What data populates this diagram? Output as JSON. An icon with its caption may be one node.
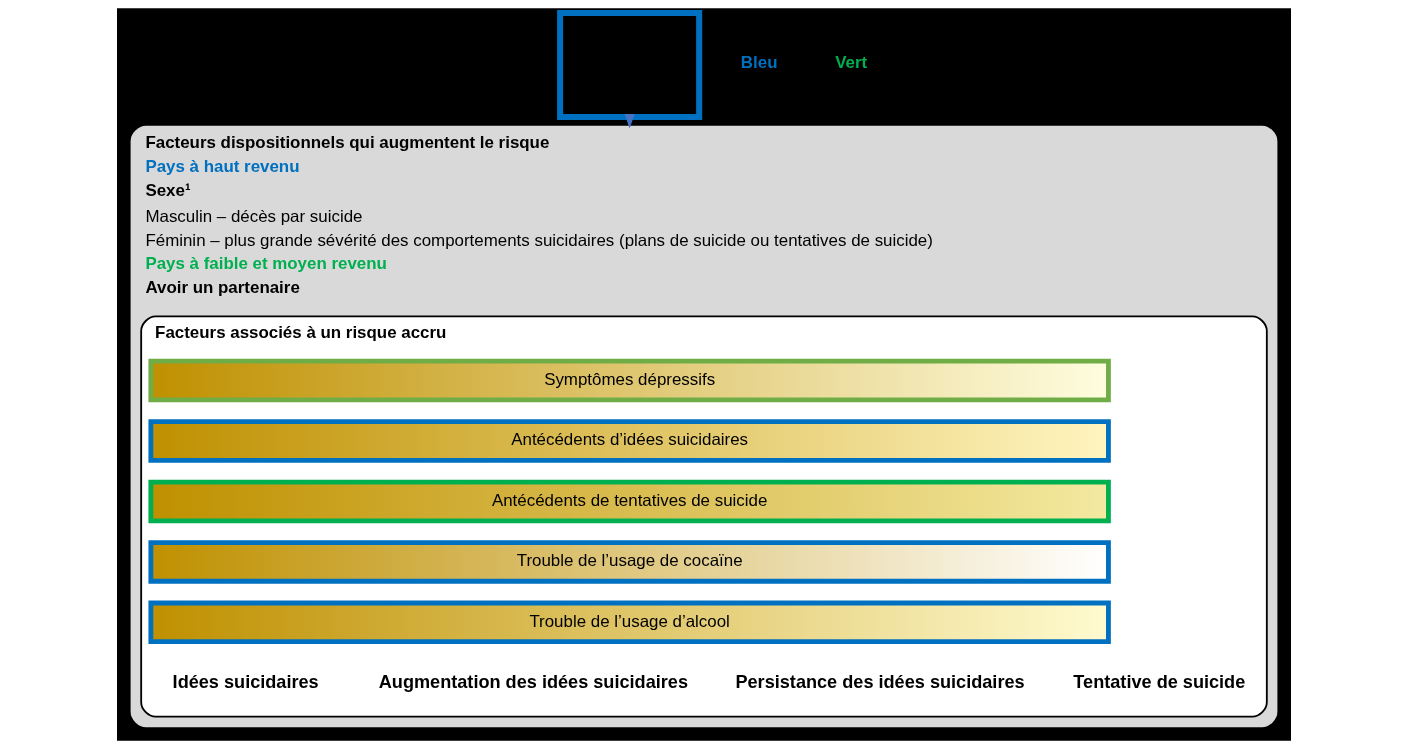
{
  "diagram": {
    "nodes": [
      {
        "text": [],
        "shape": "box"
      },
      {
        "text": [
          "Facteurs dispositionnels qui augmentent le risque",
          "Pays à haut revenu",
          "Sexe¹",
          "Masculin – décès par suicide",
          "Féminin – plus grande sévérité des comportements suicidaires (plans de suicide ou tentatives de suicide)",
          "Pays à faible et moyen revenu",
          "Avoir un partenaire"
        ]
      },
      {
        "text": [
          "Facteurs associés à un risque accru"
        ],
        "in": 1
      },
      {
        "text": [
          "Symptômes dépressifs"
        ],
        "in": 2
      },
      {
        "text": [
          "Antécédents d’idées suicidaires"
        ],
        "in": 2
      },
      {
        "text": [
          "Antécédents de tentatives de suicide"
        ],
        "in": 2
      },
      {
        "text": [
          "Trouble de l’usage de cocaïne"
        ],
        "in": 2
      },
      {
        "text": [
          "Trouble de l’usage d’alcool"
        ],
        "in": 2
      }
    ],
    "edges": [
      {
        "from": 0,
        "to": 1,
        "arrow": "to",
        "color": "#4472c4"
      }
    ],
    "labels": [
      "Idées suicidaires",
      "Augmentation des idées suicidaires",
      "Persistance des idées suicidaires",
      "Tentative de suicide"
    ],
    "legend": [
      {
        "text": "Bleu",
        "color": "#0070c0"
      },
      {
        "text": "Vert",
        "color": "#00b050"
      }
    ]
  }
}
